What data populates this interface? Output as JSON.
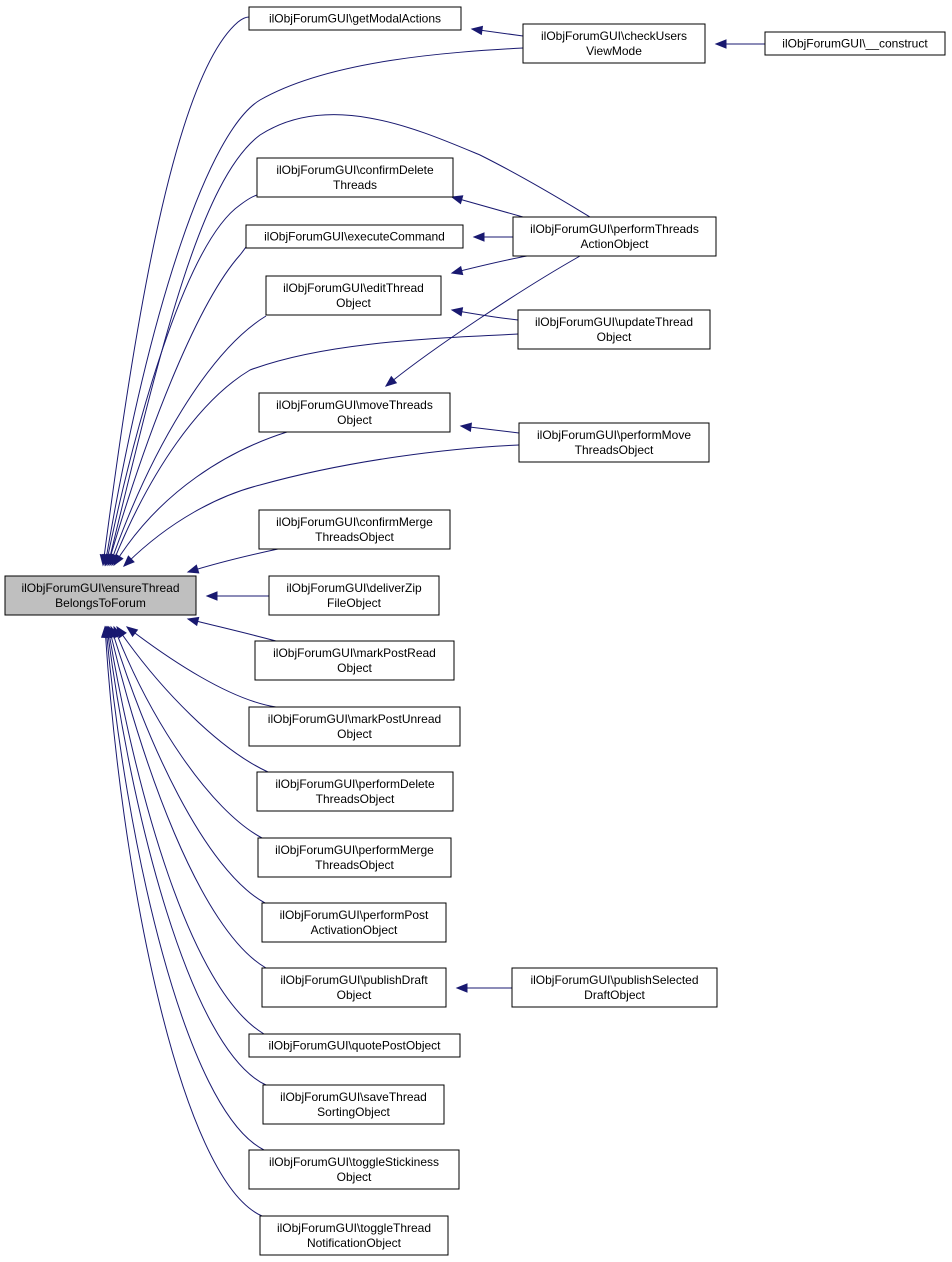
{
  "diagram": {
    "type": "call-graph",
    "nodes": [
      {
        "id": "ensure",
        "lines": [
          "ilObjForumGUI\\ensureThread",
          "BelongsToForum"
        ],
        "highlighted": true
      },
      {
        "id": "getModal",
        "lines": [
          "ilObjForumGUI\\getModalActions"
        ]
      },
      {
        "id": "checkUsers",
        "lines": [
          "ilObjForumGUI\\checkUsers",
          "ViewMode"
        ]
      },
      {
        "id": "construct",
        "lines": [
          "ilObjForumGUI\\__construct"
        ]
      },
      {
        "id": "confirmDelete",
        "lines": [
          "ilObjForumGUI\\confirmDelete",
          "Threads"
        ]
      },
      {
        "id": "executeCommand",
        "lines": [
          "ilObjForumGUI\\executeCommand"
        ]
      },
      {
        "id": "performThreadsAction",
        "lines": [
          "ilObjForumGUI\\performThreads",
          "ActionObject"
        ]
      },
      {
        "id": "editThread",
        "lines": [
          "ilObjForumGUI\\editThread",
          "Object"
        ]
      },
      {
        "id": "updateThread",
        "lines": [
          "ilObjForumGUI\\updateThread",
          "Object"
        ]
      },
      {
        "id": "moveThreads",
        "lines": [
          "ilObjForumGUI\\moveThreads",
          "Object"
        ]
      },
      {
        "id": "performMove",
        "lines": [
          "ilObjForumGUI\\performMove",
          "ThreadsObject"
        ]
      },
      {
        "id": "confirmMerge",
        "lines": [
          "ilObjForumGUI\\confirmMerge",
          "ThreadsObject"
        ]
      },
      {
        "id": "deliverZip",
        "lines": [
          "ilObjForumGUI\\deliverZip",
          "FileObject"
        ]
      },
      {
        "id": "markRead",
        "lines": [
          "ilObjForumGUI\\markPostRead",
          "Object"
        ]
      },
      {
        "id": "markUnread",
        "lines": [
          "ilObjForumGUI\\markPostUnread",
          "Object"
        ]
      },
      {
        "id": "performDelete",
        "lines": [
          "ilObjForumGUI\\performDelete",
          "ThreadsObject"
        ]
      },
      {
        "id": "performMerge",
        "lines": [
          "ilObjForumGUI\\performMerge",
          "ThreadsObject"
        ]
      },
      {
        "id": "performPost",
        "lines": [
          "ilObjForumGUI\\performPost",
          "ActivationObject"
        ]
      },
      {
        "id": "publishDraft",
        "lines": [
          "ilObjForumGUI\\publishDraft",
          "Object"
        ]
      },
      {
        "id": "publishSelected",
        "lines": [
          "ilObjForumGUI\\publishSelected",
          "DraftObject"
        ]
      },
      {
        "id": "quotePost",
        "lines": [
          "ilObjForumGUI\\quotePostObject"
        ]
      },
      {
        "id": "saveSorting",
        "lines": [
          "ilObjForumGUI\\saveThread",
          "SortingObject"
        ]
      },
      {
        "id": "toggleStickiness",
        "lines": [
          "ilObjForumGUI\\toggleStickiness",
          "Object"
        ]
      },
      {
        "id": "toggleNotification",
        "lines": [
          "ilObjForumGUI\\toggleThread",
          "NotificationObject"
        ]
      }
    ],
    "edges": [
      {
        "from": "getModal",
        "to": "ensure"
      },
      {
        "from": "checkUsers",
        "to": "ensure"
      },
      {
        "from": "checkUsers",
        "to": "getModal"
      },
      {
        "from": "construct",
        "to": "checkUsers"
      },
      {
        "from": "performThreadsAction",
        "to": "ensure"
      },
      {
        "from": "confirmDelete",
        "to": "ensure"
      },
      {
        "from": "performThreadsAction",
        "to": "confirmDelete"
      },
      {
        "from": "executeCommand",
        "to": "ensure"
      },
      {
        "from": "performThreadsAction",
        "to": "executeCommand"
      },
      {
        "from": "editThread",
        "to": "ensure"
      },
      {
        "from": "performThreadsAction",
        "to": "editThread"
      },
      {
        "from": "updateThread",
        "to": "editThread"
      },
      {
        "from": "updateThread",
        "to": "ensure"
      },
      {
        "from": "performThreadsAction",
        "to": "moveThreads"
      },
      {
        "from": "moveThreads",
        "to": "ensure"
      },
      {
        "from": "performMove",
        "to": "moveThreads"
      },
      {
        "from": "performMove",
        "to": "ensure"
      },
      {
        "from": "confirmMerge",
        "to": "ensure"
      },
      {
        "from": "deliverZip",
        "to": "ensure"
      },
      {
        "from": "markRead",
        "to": "ensure"
      },
      {
        "from": "markUnread",
        "to": "ensure"
      },
      {
        "from": "performDelete",
        "to": "ensure"
      },
      {
        "from": "performMerge",
        "to": "ensure"
      },
      {
        "from": "performPost",
        "to": "ensure"
      },
      {
        "from": "publishDraft",
        "to": "ensure"
      },
      {
        "from": "publishSelected",
        "to": "publishDraft"
      },
      {
        "from": "quotePost",
        "to": "ensure"
      },
      {
        "from": "saveSorting",
        "to": "ensure"
      },
      {
        "from": "toggleStickiness",
        "to": "ensure"
      },
      {
        "from": "toggleNotification",
        "to": "ensure"
      }
    ]
  },
  "colors": {
    "edge": "#191970",
    "node_border": "#000000",
    "node_fill": "#ffffff",
    "highlight_fill": "#bfbfbf"
  }
}
